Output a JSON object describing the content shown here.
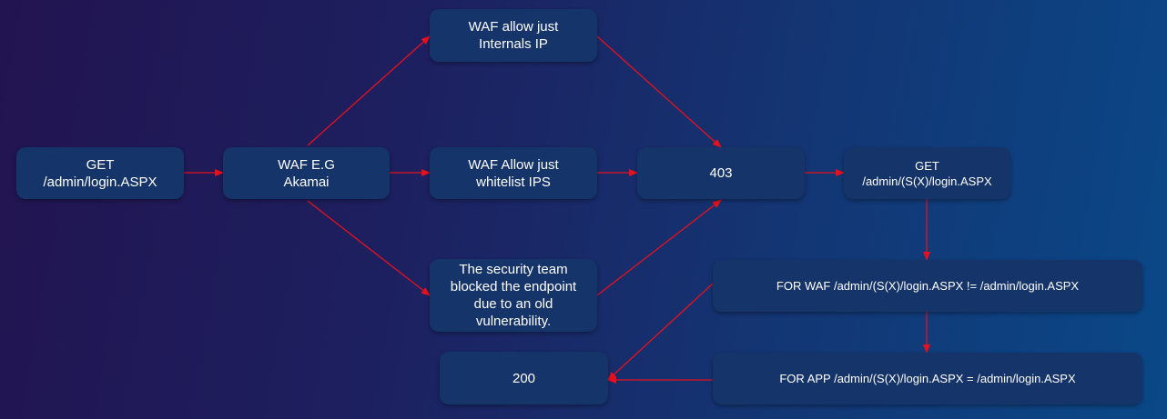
{
  "colors": {
    "node_fill": "#15346a",
    "arrow": "#e8101c",
    "text": "#ffffff"
  },
  "nodes": {
    "get_request": "GET\n/admin/login.ASPX",
    "waf": "WAF E.G\nAkamai",
    "waf_internal": "WAF allow just\nInternals IP",
    "waf_whitelist": "WAF Allow just\nwhitelist IPS",
    "security_team": "The security team\nblocked the endpoint\ndue to an old\nvulnerability.",
    "forbidden": "403",
    "get_bypass": "GET\n/admin/(S(X)/login.ASPX",
    "for_waf": "FOR WAF /admin/(S(X)/login.ASPX != /admin/login.ASPX",
    "for_app": "FOR APP /admin/(S(X)/login.ASPX = /admin/login.ASPX",
    "ok": "200"
  },
  "edges": [
    [
      "get_request",
      "waf"
    ],
    [
      "waf",
      "waf_internal"
    ],
    [
      "waf",
      "waf_whitelist"
    ],
    [
      "waf",
      "security_team"
    ],
    [
      "waf_internal",
      "forbidden"
    ],
    [
      "waf_whitelist",
      "forbidden"
    ],
    [
      "security_team",
      "forbidden"
    ],
    [
      "forbidden",
      "get_bypass"
    ],
    [
      "get_bypass",
      "for_waf"
    ],
    [
      "for_waf",
      "for_app"
    ],
    [
      "for_waf",
      "ok"
    ],
    [
      "for_app",
      "ok"
    ]
  ]
}
